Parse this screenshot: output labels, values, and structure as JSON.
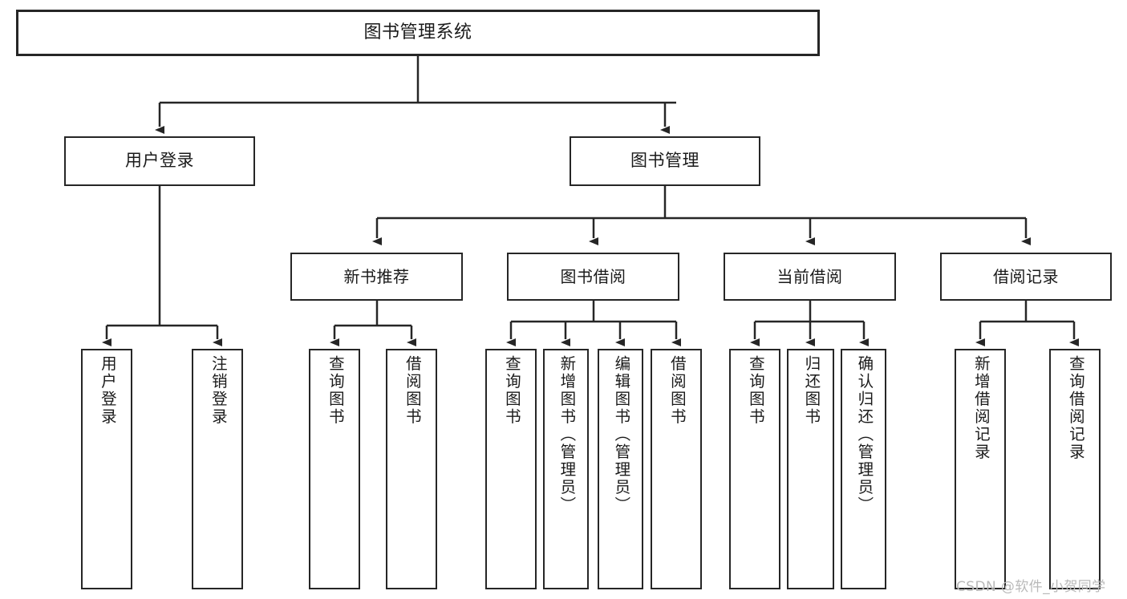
{
  "diagram": {
    "title": "图书管理系统",
    "type": "tree-hierarchy",
    "orientation": "top-down",
    "colors": {
      "node_border": "#262626",
      "node_fill": "#ffffff",
      "edge": "#262626",
      "text": "#1a1a1a",
      "watermark": "#b9b9b9",
      "background": "#ffffff"
    },
    "root": {
      "id": "root",
      "label": "图书管理系统"
    },
    "level1": [
      {
        "id": "user-login",
        "label": "用户登录"
      },
      {
        "id": "book-management",
        "label": "图书管理"
      }
    ],
    "level2": [
      {
        "id": "new-book-recommend",
        "label": "新书推荐",
        "parent": "book-management"
      },
      {
        "id": "book-borrow",
        "label": "图书借阅",
        "parent": "book-management"
      },
      {
        "id": "current-borrow",
        "label": "当前借阅",
        "parent": "book-management"
      },
      {
        "id": "borrow-record",
        "label": "借阅记录",
        "parent": "book-management"
      }
    ],
    "leaves": [
      {
        "id": "leaf-user-login",
        "label": "用户登录",
        "parent": "user-login"
      },
      {
        "id": "leaf-logout-login",
        "label": "注销登录",
        "parent": "user-login"
      },
      {
        "id": "leaf-query-book-1",
        "label": "查询图书",
        "parent": "new-book-recommend"
      },
      {
        "id": "leaf-borrow-book-1",
        "label": "借阅图书",
        "parent": "new-book-recommend"
      },
      {
        "id": "leaf-query-book-2",
        "label": "查询图书",
        "parent": "book-borrow"
      },
      {
        "id": "leaf-add-book-admin",
        "label": "新增图书（管理员）",
        "parent": "book-borrow"
      },
      {
        "id": "leaf-edit-book-admin",
        "label": "编辑图书（管理员）",
        "parent": "book-borrow"
      },
      {
        "id": "leaf-borrow-book-2",
        "label": "借阅图书",
        "parent": "book-borrow"
      },
      {
        "id": "leaf-query-book-3",
        "label": "查询图书",
        "parent": "current-borrow"
      },
      {
        "id": "leaf-return-book",
        "label": "归还图书",
        "parent": "current-borrow"
      },
      {
        "id": "leaf-confirm-return-admin",
        "label": "确认归还（管理员）",
        "parent": "current-borrow"
      },
      {
        "id": "leaf-add-borrow-record",
        "label": "新增借阅记录",
        "parent": "borrow-record"
      },
      {
        "id": "leaf-query-borrow-record",
        "label": "查询借阅记录",
        "parent": "borrow-record"
      }
    ]
  },
  "watermark": {
    "text": "CSDN @软件_小贺同学"
  }
}
